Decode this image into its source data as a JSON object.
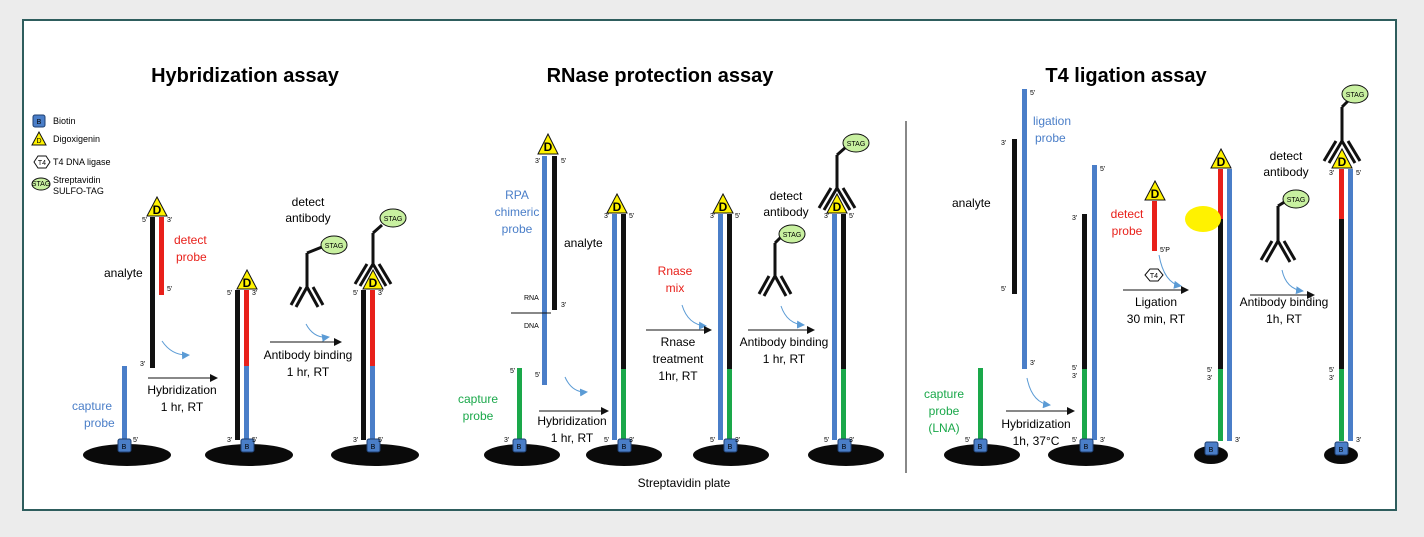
{
  "titles": {
    "hybridization": "Hybridization assay",
    "rnase": "RNase protection assay",
    "t4": "T4 ligation assay"
  },
  "legend": {
    "biotin": "Biotin",
    "digoxigenin": "Digoxigenin",
    "t4_ligase": "T4 DNA ligase",
    "streptavidin_1": "Streptavidin",
    "streptavidin_2": "SULFO-TAG"
  },
  "glyphs": {
    "biotin": "B",
    "dig": "D",
    "stag": "STAG",
    "t4": "T4"
  },
  "ends": {
    "five": "5'",
    "three": "3'"
  },
  "hyb": {
    "analyte": "analyte",
    "detect_1": "detect",
    "detect_2": "probe",
    "capture_1": "capture",
    "capture_2": "probe",
    "step1_1": "Hybridization",
    "step1_2": "1 hr, RT",
    "detect_ab_1": "detect",
    "detect_ab_2": "antibody",
    "step2_1": "Antibody binding",
    "step2_2": "1 hr, RT"
  },
  "rpa": {
    "probe_1": "RPA",
    "probe_2": "chimeric",
    "probe_3": "probe",
    "analyte": "analyte",
    "rna": "RNA",
    "dna": "DNA",
    "capture_1": "capture",
    "capture_2": "probe",
    "step1_1": "Hybridization",
    "step1_2": "1 hr, RT",
    "rnase_1": "Rnase",
    "rnase_2": "mix",
    "step2_1": "Rnase",
    "step2_2": "treatment",
    "step2_3": "1hr, RT",
    "detect_ab_1": "detect",
    "detect_ab_2": "antibody",
    "step3_1": "Antibody binding",
    "step3_2": "1 hr, RT",
    "plate": "Streptavidin plate"
  },
  "t4": {
    "ligation_1": "ligation",
    "ligation_2": "probe",
    "analyte": "analyte",
    "capture_1": "capture",
    "capture_2": "probe",
    "capture_3": "(LNA)",
    "step1_1": "Hybridization",
    "step1_2": "1h, 37°C",
    "detect_1": "detect",
    "detect_2": "probe",
    "step2_1": "Ligation",
    "step2_2": "30 min, RT",
    "detect_ab_1": "detect",
    "detect_ab_2": "antibody",
    "step3_1": "Antibody binding",
    "step3_2": "1h, RT"
  },
  "colors": {
    "analyte": "#111111",
    "capture": "#4a7ec8",
    "detect": "#e8201a",
    "lna": "#1aa84a",
    "dig": "#fff200",
    "stag": "#c8f0a0",
    "arrow": "#5b9bd5",
    "border": "#2e5d5d"
  }
}
